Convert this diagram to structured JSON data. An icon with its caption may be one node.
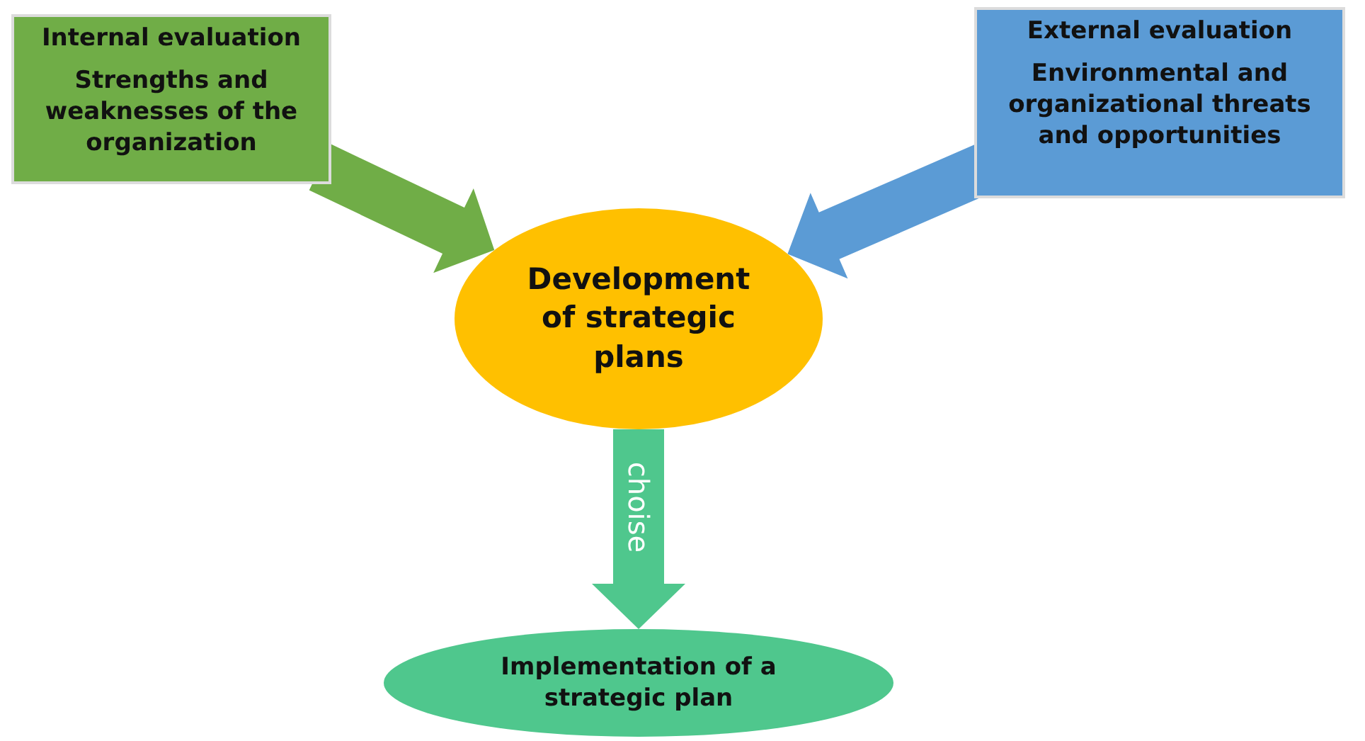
{
  "diagram": {
    "nodes": [
      {
        "text": [
          "Internal evaluation",
          "Strengths and weaknesses of the organization"
        ]
      },
      {
        "text": [
          "External evaluation",
          "Environmental and organizational threats and opportunities"
        ]
      },
      {
        "text": [
          "Development of strategic plans"
        ]
      },
      {
        "text": [
          "Implementation of a strategic plan"
        ]
      }
    ],
    "edges": [
      {
        "from": 0,
        "to": 2,
        "arrow": "to",
        "style": "thick",
        "color": "#70ad47"
      },
      {
        "from": 1,
        "to": 2,
        "arrow": "to",
        "style": "thick",
        "color": "#5b9bd5"
      },
      {
        "from": 2,
        "to": 3,
        "arrow": "to",
        "label": "choise",
        "style": "thick",
        "color": "#4fc78d"
      }
    ]
  }
}
